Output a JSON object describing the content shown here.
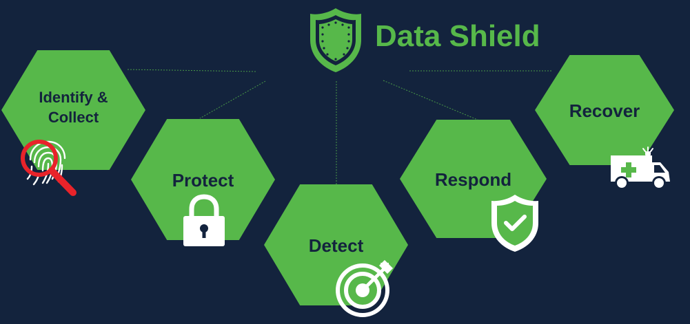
{
  "title": "Data Shield",
  "colors": {
    "background": "#13233d",
    "accent": "#57b84a",
    "icon_white": "#ffffff",
    "magnifier_red": "#e8232a",
    "label_text": "#13233d"
  },
  "steps": [
    {
      "id": "identify",
      "label_line1": "Identify &",
      "label_line2": "Collect",
      "icon": "fingerprint-magnifier-icon"
    },
    {
      "id": "protect",
      "label": "Protect",
      "icon": "padlock-icon"
    },
    {
      "id": "detect",
      "label": "Detect",
      "icon": "target-arrow-icon"
    },
    {
      "id": "respond",
      "label": "Respond",
      "icon": "shield-check-icon"
    },
    {
      "id": "recover",
      "label": "Recover",
      "icon": "ambulance-icon"
    }
  ]
}
